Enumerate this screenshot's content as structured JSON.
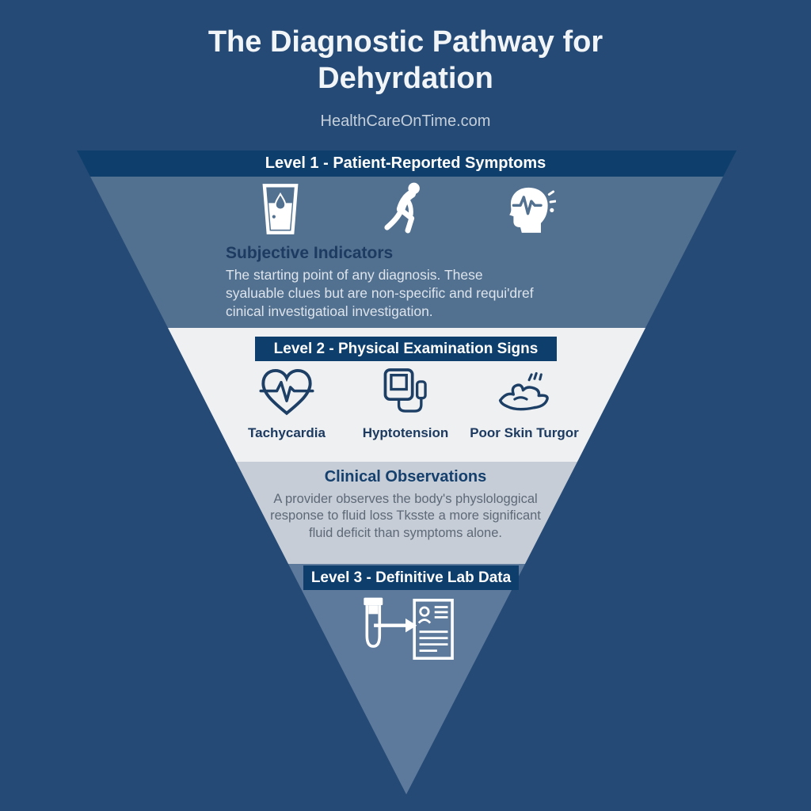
{
  "title": "The Diagnostic Pathway for Dehyrdation",
  "source": "HealthCareOnTime.com",
  "funnel": {
    "level1": {
      "header": "Level 1 - Patient-Reported Symptoms",
      "icons": [
        "water-glass",
        "fatigued-person",
        "head-pulse"
      ],
      "heading": "Subjective Indicators",
      "body": "The starting point of any diagnosis. These syaluable clues but are non-specific and requi'dref cinical investigatioal investigation."
    },
    "level2": {
      "header": "Level 2 - Physical Examination Signs",
      "signs": [
        {
          "icon": "heart-ekg",
          "label": "Tachycardia"
        },
        {
          "icon": "blood-pressure-monitor",
          "label": "Hyptotension"
        },
        {
          "icon": "skin-pinch-hand",
          "label": "Poor Skin Turgor"
        }
      ],
      "heading": "Clinical Observations",
      "body": "A provider observes the body's physlologgical response to fluid loss Tksste a more significant fluid deficit than symptoms alone."
    },
    "level3": {
      "header": "Level 3 - Definitive Lab Data",
      "icon": "lab-test-report"
    }
  },
  "colors": {
    "background": "#254a75",
    "band_navy": "#0e3f6c",
    "level1_fill": "#52708f",
    "level3_fill": "#5d7a9c",
    "white_section": "#eef0f2",
    "gray_section": "#c6cdd7",
    "heading_navy": "#1d3a60",
    "icon_navy": "#1d3f66"
  }
}
